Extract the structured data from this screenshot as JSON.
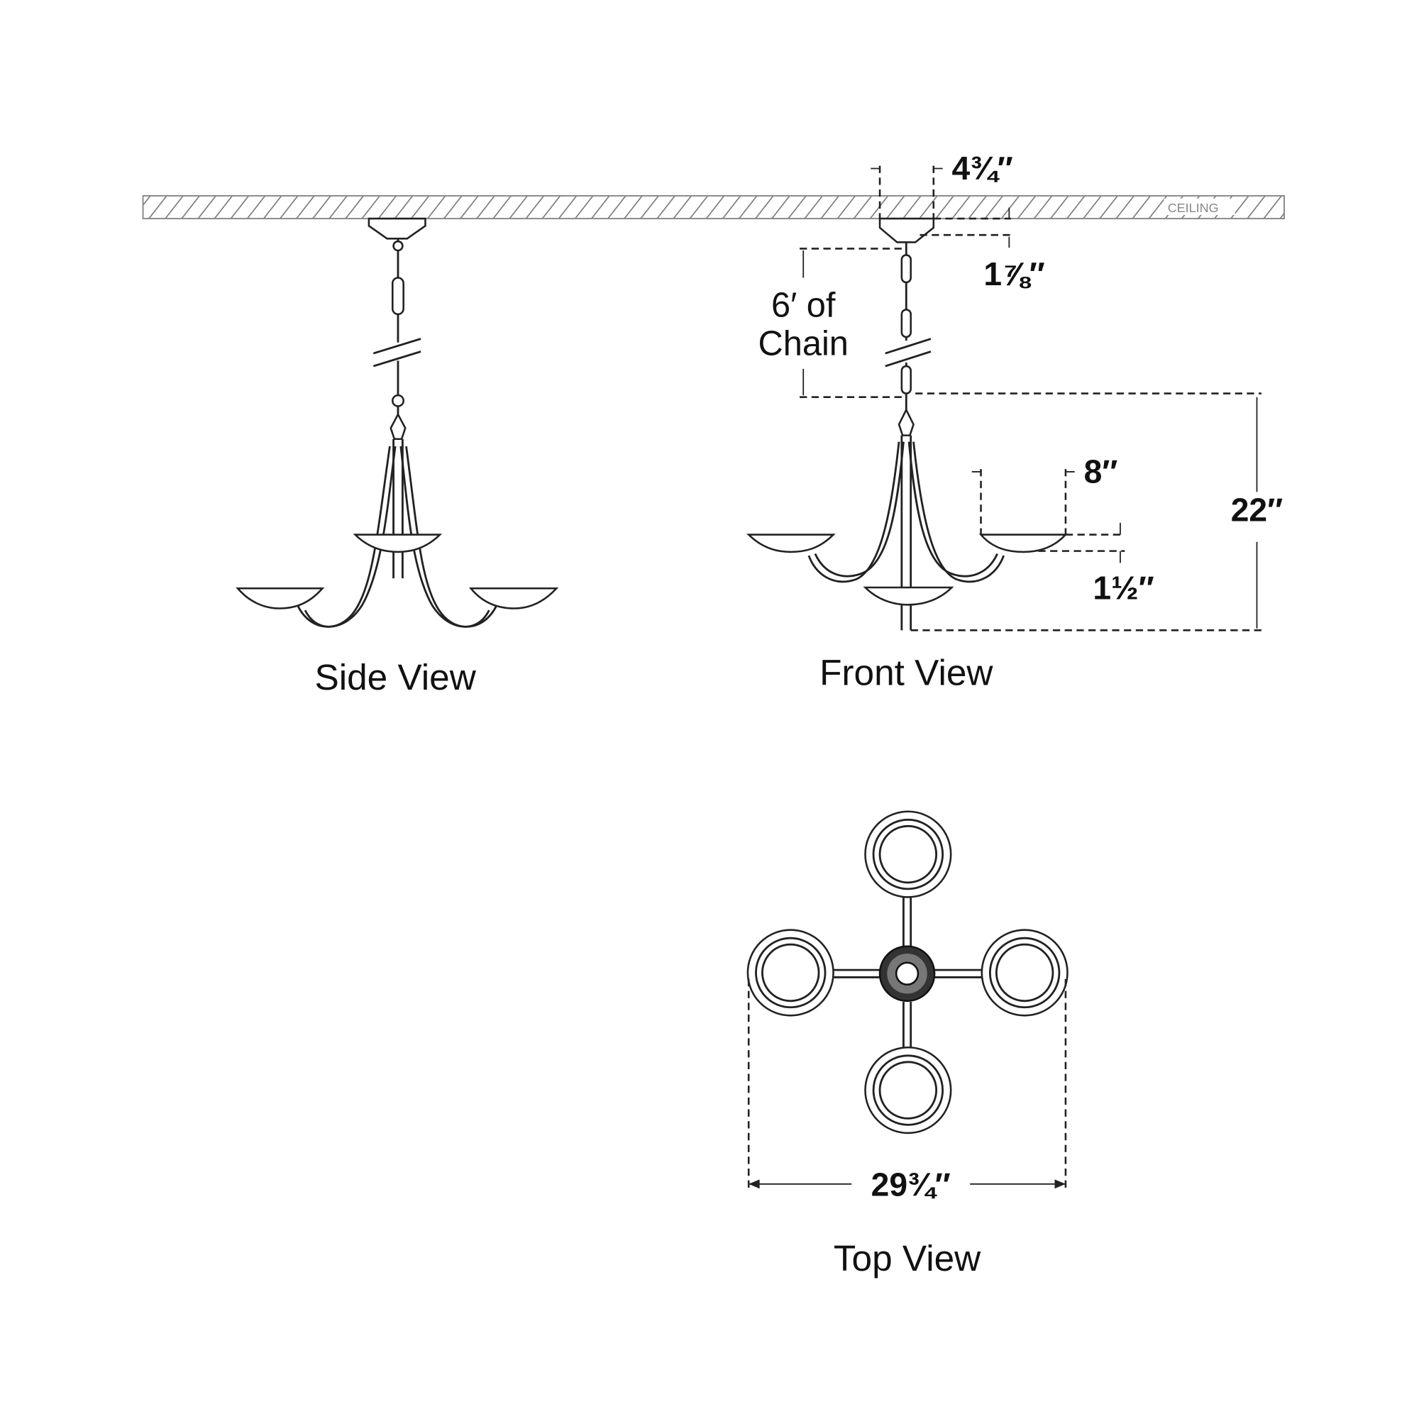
{
  "ceiling_label": "CEILING",
  "views": {
    "side": "Side View",
    "front": "Front View",
    "top": "Top View"
  },
  "dimensions": {
    "canopy_width": "4¾″",
    "canopy_height": "1⅞″",
    "chain_line1": "6′ of",
    "chain_line2": "Chain",
    "overall_height": "22″",
    "shade_width": "8″",
    "shade_height": "1½″",
    "overall_width": "29¾″"
  }
}
